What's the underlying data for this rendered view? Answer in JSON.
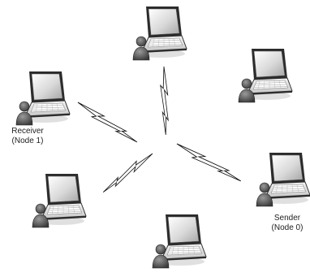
{
  "labels": {
    "receiver": {
      "name": "Receiver",
      "id": "(Node 1)"
    },
    "sender": {
      "name": "Sender",
      "id": "(Node 0)"
    }
  },
  "nodes": [
    {
      "key": "top",
      "role": "node"
    },
    {
      "key": "upper-right",
      "role": "node"
    },
    {
      "key": "receiver",
      "role": "receiver"
    },
    {
      "key": "sender",
      "role": "sender"
    },
    {
      "key": "lower-left",
      "role": "node"
    },
    {
      "key": "bottom",
      "role": "node"
    }
  ],
  "links": [
    {
      "key": "to-top"
    },
    {
      "key": "to-receiver"
    },
    {
      "key": "to-sender"
    },
    {
      "key": "to-lower-left"
    }
  ],
  "icons": {
    "node": "laptop-with-user-icon",
    "link": "wireless-bolt-icon"
  }
}
